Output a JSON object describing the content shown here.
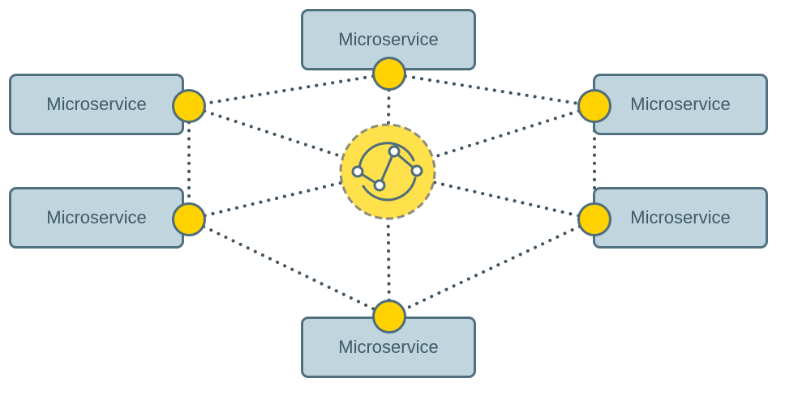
{
  "diagram": {
    "nodes": [
      {
        "id": "top",
        "label": "Microservice"
      },
      {
        "id": "left-upper",
        "label": "Microservice"
      },
      {
        "id": "right-upper",
        "label": "Microservice"
      },
      {
        "id": "left-lower",
        "label": "Microservice"
      },
      {
        "id": "right-lower",
        "label": "Microservice"
      },
      {
        "id": "bottom",
        "label": "Microservice"
      }
    ],
    "hub": {
      "icon": "service-mesh-icon"
    },
    "colors": {
      "box_fill": "#c1d5de",
      "box_border": "#50707f",
      "port_fill": "#ffd200",
      "hub_fill": "#ffe14c",
      "hub_ring": "#8c8c7a",
      "connector": "#3f5460",
      "text": "#3f5a69"
    }
  }
}
